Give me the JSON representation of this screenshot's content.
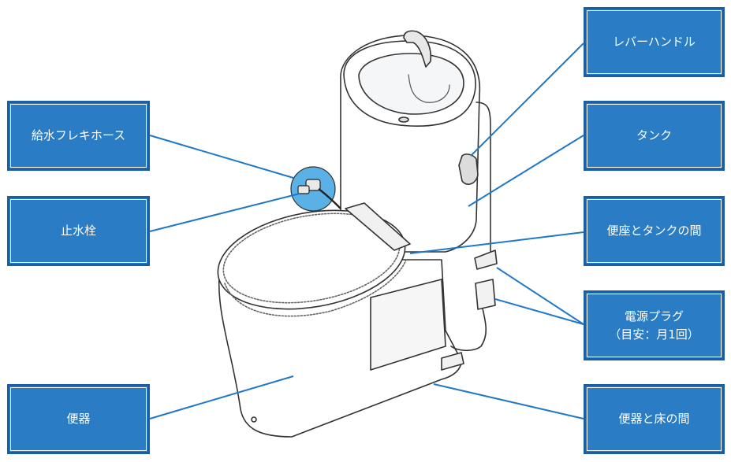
{
  "labels": {
    "lever_handle": "レバーハンドル",
    "tank": "タンク",
    "seat_tank_gap": "便座とタンクの間",
    "power_plug_line1": "電源プラグ",
    "power_plug_line2": "（目安：月1回）",
    "floor_gap": "便器と床の間",
    "supply_hose": "給水フレキホース",
    "stop_valve": "止水栓",
    "toilet_bowl": "便器"
  },
  "colors": {
    "label_fill": "#2a7cc4",
    "label_border": "#1a5fa3",
    "leader_line": "#1f78c8",
    "outline": "#333333",
    "highlight_circle": "#5bb1e6"
  }
}
